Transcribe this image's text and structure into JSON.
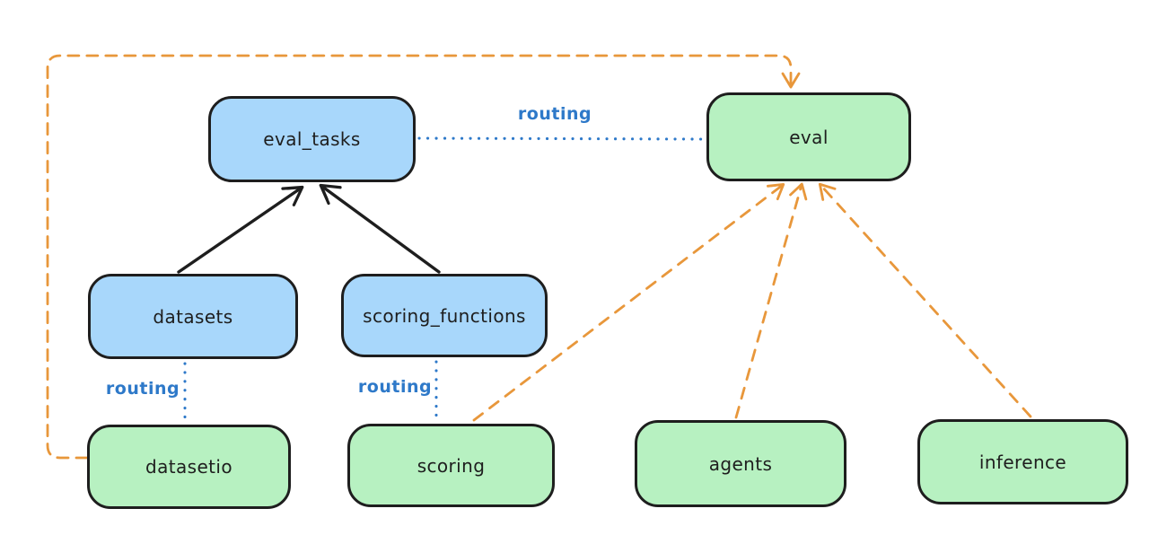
{
  "diagram": {
    "nodes": {
      "eval_tasks": {
        "label": "eval_tasks",
        "fill": "#a8d7fb",
        "type": "resource"
      },
      "eval": {
        "label": "eval",
        "fill": "#b7f1c1",
        "type": "api"
      },
      "datasets": {
        "label": "datasets",
        "fill": "#a8d7fb",
        "type": "resource"
      },
      "scoring_functions": {
        "label": "scoring_functions",
        "fill": "#a8d7fb",
        "type": "resource"
      },
      "datasetio": {
        "label": "datasetio",
        "fill": "#b7f1c1",
        "type": "api"
      },
      "scoring": {
        "label": "scoring",
        "fill": "#b7f1c1",
        "type": "api"
      },
      "agents": {
        "label": "agents",
        "fill": "#b7f1c1",
        "type": "api"
      },
      "inference": {
        "label": "inference",
        "fill": "#b7f1c1",
        "type": "api"
      }
    },
    "edges": [
      {
        "from": "datasets",
        "to": "eval_tasks",
        "style": "solid-black-arrow",
        "label": ""
      },
      {
        "from": "scoring_functions",
        "to": "eval_tasks",
        "style": "solid-black-arrow",
        "label": ""
      },
      {
        "from": "eval_tasks",
        "to": "eval",
        "style": "dotted-blue",
        "label": "routing"
      },
      {
        "from": "datasets",
        "to": "datasetio",
        "style": "dotted-blue",
        "label": "routing"
      },
      {
        "from": "scoring_functions",
        "to": "scoring",
        "style": "dotted-blue",
        "label": "routing"
      },
      {
        "from": "datasetio",
        "to": "eval",
        "style": "dashed-orange-arrow",
        "label": ""
      },
      {
        "from": "scoring",
        "to": "eval",
        "style": "dashed-orange-arrow",
        "label": ""
      },
      {
        "from": "agents",
        "to": "eval",
        "style": "dashed-orange-arrow",
        "label": ""
      },
      {
        "from": "inference",
        "to": "eval",
        "style": "dashed-orange-arrow",
        "label": ""
      }
    ],
    "colors": {
      "background": "#ffffff",
      "node_stroke": "#1e1e1e",
      "blue_fill": "#a8d7fb",
      "green_fill": "#b7f1c1",
      "routing_blue": "#2e79c9",
      "orange": "#e8973b",
      "black_arrow": "#1e1e1e"
    }
  }
}
